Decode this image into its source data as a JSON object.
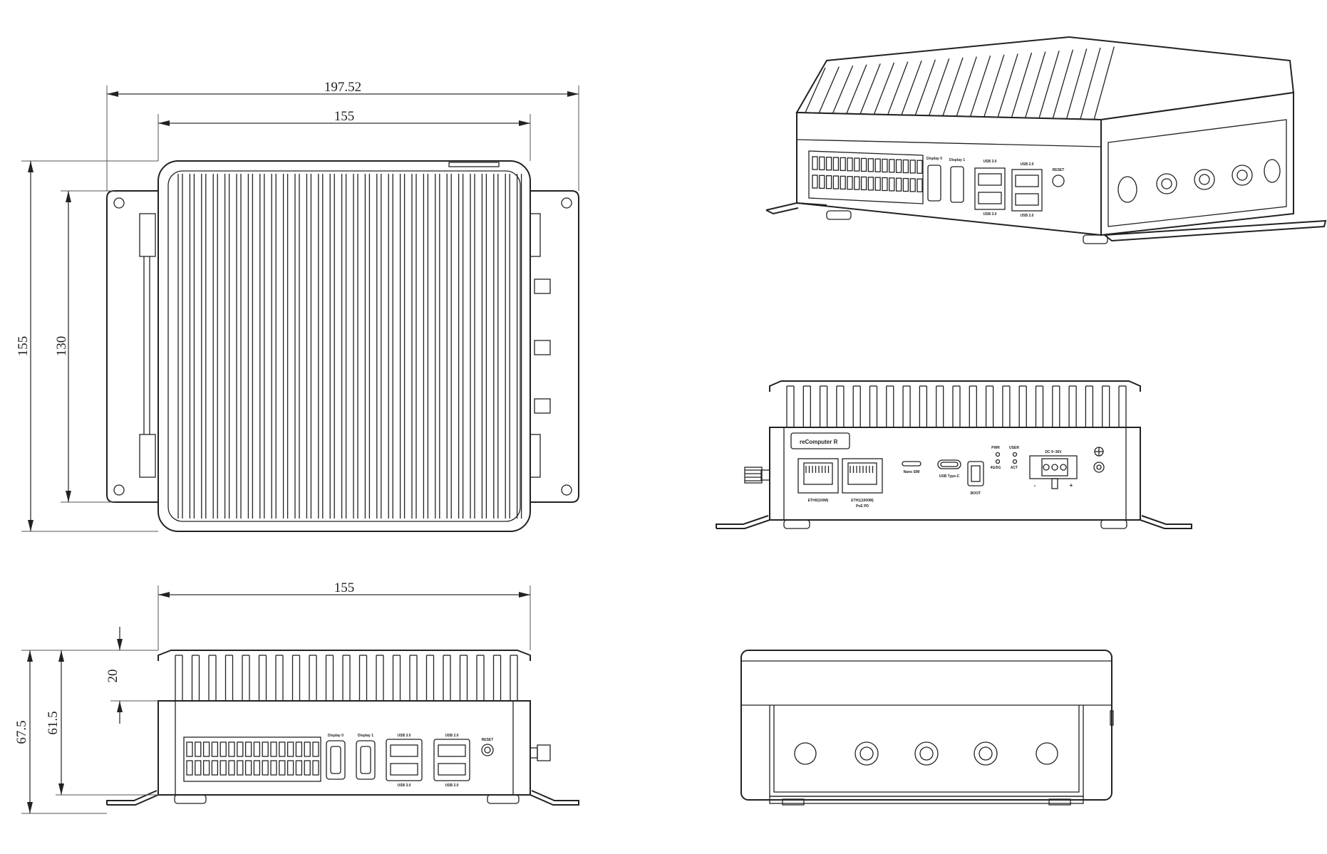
{
  "dimensions": {
    "top_overall_width": "197.52",
    "top_body_width": "155",
    "top_overall_height": "155",
    "top_hole_spacing": "130",
    "front_body_width": "155",
    "front_overall_height": "67.5",
    "front_body_height": "61.5",
    "front_fin_height": "20"
  },
  "front_panel_labels": {
    "display_0": "Display 0",
    "display_1": "Display 1",
    "usb30_top": "USB 3.0",
    "usb30_bottom": "USB 3.0",
    "usb20_top": "USB 2.0",
    "usb20_bottom": "USB 2.0",
    "reset": "RESET"
  },
  "rear_panel_labels": {
    "brand": "reComputer R",
    "eth0": "ETH0(100M)",
    "eth1": "ETH1(1000M)",
    "poe": "PoE PD",
    "nano_sim": "Nano SIM",
    "usb_c": "USB Type-C",
    "boot": "BOOT",
    "pwr": "PWR",
    "user": "USER",
    "led_4g5g": "4G/5G",
    "act": "ACT",
    "dc_input": "DC 9~36V",
    "minus": "-",
    "plus": "+"
  }
}
